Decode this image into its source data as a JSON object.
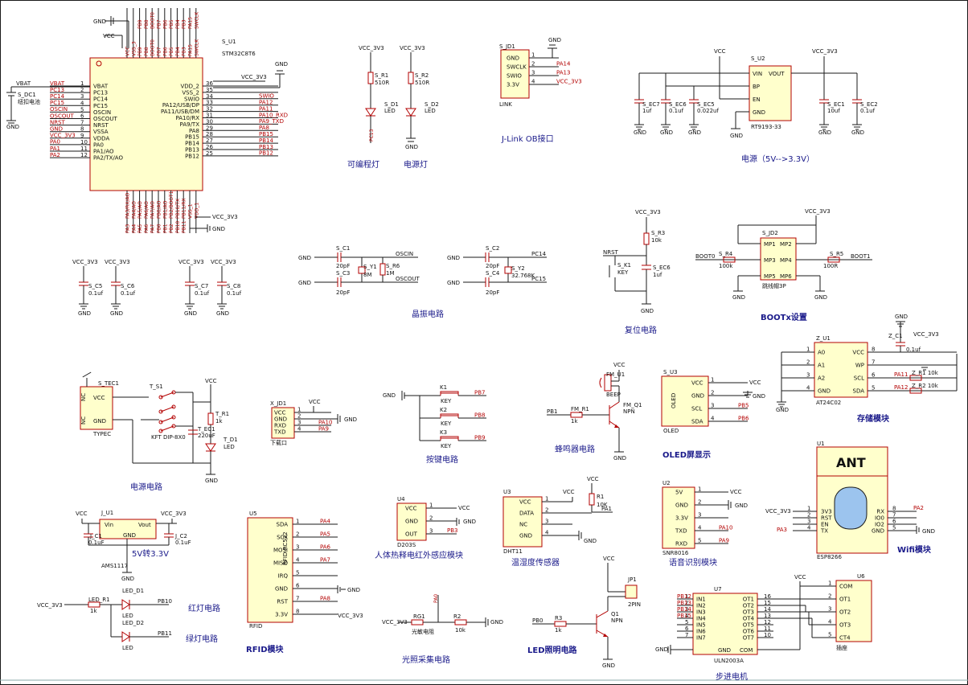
{
  "mcu": {
    "ref": "S_U1",
    "part": "STM32C8T6",
    "left_pins": [
      "VBAT",
      "PC13",
      "PC14",
      "PC15",
      "OSCIN",
      "OSCOUT",
      "NRST",
      "VSSA",
      "VDDA",
      "PA0",
      "PA1/AO",
      "PA2/TX/AO"
    ],
    "left_nets": [
      "VBAT",
      "PC13",
      "PC14",
      "PC15",
      "OSCIN",
      "OSCOUT",
      "NRST",
      "GND",
      "VCC_3V3",
      "PA0",
      "PA1",
      "PA2"
    ],
    "right_pins": [
      "VDD_2",
      "VSS_2",
      "SWIO",
      "PA12/USB/DP",
      "PA11/USB/DM",
      "PA10/RX",
      "PA9/TX",
      "PA8",
      "PB15",
      "PB14",
      "PB13",
      "PB12"
    ],
    "right_nets": [
      "VCC_3V3",
      "GND",
      "SWIO",
      "PA12",
      "PA11",
      "PA10_RXD",
      "PA9_TXD",
      "PA8",
      "PB15",
      "PB14",
      "PB13",
      "PB12"
    ],
    "top_pins": [
      "VCC",
      "VSS_3",
      "PB9",
      "PB8",
      "BOOT0",
      "PB7",
      "PB6",
      "PB5",
      "PB4",
      "PB3",
      "PA15",
      "SWCLK"
    ],
    "bottom_pins": [
      "PA3/RX/AO",
      "PA4/AO",
      "PA5/AO",
      "PA6/AO",
      "PA7/AO",
      "PB0/AO",
      "PB1/AO",
      "PB2/BOOT1",
      "PB10/TX",
      "PB11/RX",
      "VSS_1",
      "VDD_1"
    ],
    "battery": {
      "ref": "S_DC1",
      "label": "纽扣电池"
    }
  },
  "captions": {
    "prog_led": "可编程灯",
    "power_led": "电源灯",
    "jlink": "J-Link OB接口",
    "power": "电源（5V-->3.3V）",
    "crystal": "晶振电路",
    "reset": "复位电路",
    "boot": "BOOTx设置",
    "power_circuit": "电源电路",
    "keys": "按键电路",
    "buzzer": "蜂鸣器电路",
    "oled": "OLED屏显示",
    "storage": "存储模块",
    "ldo": "5V转3.3V",
    "red_led": "红灯电路",
    "green_led": "绿灯电路",
    "rfid": "RFID模块",
    "pir": "人体热释电红外感应模块",
    "dht": "温湿度传感器",
    "voice": "语音识别模块",
    "wifi": "Wifi模块",
    "light": "光照采集电路",
    "led_light": "LED照明电路",
    "stepper": "步进电机"
  },
  "nets": {
    "gnd": "GND",
    "vcc": "VCC",
    "vcc33": "VCC_3V3"
  },
  "leds": {
    "r1": "S_R1",
    "r1v": "510R",
    "d1": "S_D1",
    "d1t": "LED",
    "d1net": "PC13",
    "r2": "S_R2",
    "r2v": "510R",
    "d2": "S_D2",
    "d2t": "LED"
  },
  "jlink": {
    "ref": "S_JD1",
    "name": "LINK",
    "pins": [
      "GND",
      "SWCLK",
      "SWIO",
      "3.3V"
    ],
    "nets": [
      "GND",
      "PA14",
      "PA13",
      "VCC_3V3"
    ]
  },
  "reg": {
    "ref": "S_U2",
    "part": "RT9193-33",
    "pins": [
      "VIN",
      "BP",
      "EN",
      "GND",
      "VOUT"
    ],
    "caps": [
      {
        "ref": "S_EC7",
        "val": "1uf"
      },
      {
        "ref": "S_EC6",
        "val": "0.1uf"
      },
      {
        "ref": "S_EC5",
        "val": "0.022uf"
      },
      {
        "ref": "S_EC1",
        "val": "10uf"
      },
      {
        "ref": "S_EC2",
        "val": "0.1uf"
      }
    ]
  },
  "decoupling": [
    {
      "ref": "S_C5",
      "val": "0.1uf"
    },
    {
      "ref": "S_C6",
      "val": "0.1uf"
    },
    {
      "ref": "S_C7",
      "val": "0.1uf"
    },
    {
      "ref": "S_C8",
      "val": "0.1uf"
    }
  ],
  "crystal": {
    "c1": "S_C1",
    "c1v": "20pF",
    "c3": "S_C3",
    "c3v": "20pF",
    "y1": "S_Y1",
    "y1v": "8M",
    "r6": "S_R6",
    "r6v": "1M",
    "n1": "OSCIN",
    "n2": "OSCOUT",
    "c2": "S_C2",
    "c2v": "20pF",
    "c4": "S_C4",
    "c4v": "20pF",
    "y2": "S_Y2",
    "y2v": "32.768K",
    "n3": "PC14",
    "n4": "PC15"
  },
  "reset": {
    "r": "S_R3",
    "rv": "10k",
    "k": "S_K1",
    "kt": "KEY",
    "c": "S_EC6",
    "cv": "1uf",
    "net": "NRST"
  },
  "boot": {
    "ref": "S_JD2",
    "name": "跳线帽3P",
    "pins": [
      "MP1",
      "MP2",
      "MP3",
      "MP4",
      "MP5",
      "MP6"
    ],
    "r4": "S_R4",
    "r4v": "100k",
    "r5": "S_R5",
    "r5v": "100R",
    "n1": "BOOT0",
    "n2": "BOOT1"
  },
  "typec": {
    "ref": "S_TEC1",
    "name": "TYPEC",
    "pins": [
      "NC",
      "VCC",
      "NC",
      "GND"
    ],
    "sw": "T_S1",
    "swt": "KFT DIP-8X0",
    "cap": "T_EC1",
    "capv": "220uF",
    "r": "T_R1",
    "rv": "1k",
    "d": "T_D1",
    "dt": "LED"
  },
  "download": {
    "ref": "X_JD1",
    "name": "下载口",
    "pins": [
      "VCC",
      "GND",
      "RXD",
      "TXD"
    ],
    "nets": [
      "VCC",
      "GND",
      "PA10",
      "PA9"
    ]
  },
  "keys": [
    {
      "ref": "K1",
      "t": "KEY",
      "net": "PB7"
    },
    {
      "ref": "K2",
      "t": "KEY",
      "net": "PB8"
    },
    {
      "ref": "K3",
      "t": "KEY",
      "net": "PB9"
    }
  ],
  "buzzer": {
    "b": "FM_U1",
    "bt": "BEEP",
    "r": "FM_R1",
    "rv": "1k",
    "q": "FM_Q1",
    "qt": "NPN",
    "net": "PB1"
  },
  "oled": {
    "ref": "S_U3",
    "name": "OLED",
    "pins": [
      "VCC",
      "GND",
      "SCL",
      "SDA"
    ],
    "nets": [
      "VCC",
      "GND",
      "PB5",
      "PB6"
    ]
  },
  "eeprom": {
    "ref": "Z_U1",
    "part": "AT24C02",
    "left": [
      "A0",
      "A1",
      "A2",
      "GND"
    ],
    "right": [
      "VCC",
      "WP",
      "SCL",
      "SDA"
    ],
    "c": "Z_C1",
    "cv": "0.1uf",
    "r1": "Z_R1",
    "r1v": "10k",
    "r2": "Z_R2",
    "r2v": "10k",
    "n1": "PA11",
    "n2": "PA12"
  },
  "ldo": {
    "ref": "J_U1",
    "part": "AMS1117",
    "pins": [
      "Vin",
      "GND",
      "Vout"
    ],
    "c1": "J_C1",
    "c1v": "0.1uF",
    "c2": "J_C2",
    "c2v": "0.1uF"
  },
  "led2": {
    "r": "LED_R1",
    "rv": "1k",
    "d1": "LED_D1",
    "d2": "LED_D2",
    "dt": "LED",
    "n1": "PB10",
    "n2": "PB11"
  },
  "rfid": {
    "ref": "U5",
    "part": "RFID-RC522",
    "name": "RFID",
    "pins": [
      "SDA",
      "SCK",
      "MOSI",
      "MISO",
      "IRQ",
      "GND",
      "RST",
      "3.3V"
    ],
    "nets": [
      "PA4",
      "PA5",
      "PA6",
      "PA7",
      "",
      "GND",
      "PA8",
      "VCC_3V3"
    ]
  },
  "pir": {
    "ref": "U4",
    "part": "D203S",
    "pins": [
      "VCC",
      "GND",
      "OUT"
    ],
    "nets": [
      "VCC",
      "GND",
      "PB3"
    ]
  },
  "dht": {
    "ref": "U3",
    "part": "DHT11",
    "pins": [
      "VCC",
      "DATA",
      "NC",
      "GND"
    ],
    "r": "R1",
    "rv": "10K",
    "net": "PA1"
  },
  "voice": {
    "ref": "U2",
    "part": "SNR8016",
    "pins": [
      "5V",
      "GND",
      "3.3V",
      "TXD",
      "RXD"
    ],
    "nets": [
      "VCC",
      "GND",
      "",
      "PA10",
      "PA9"
    ]
  },
  "wifi": {
    "ref": "U1",
    "part": "ESP8266",
    "ant": "ANT",
    "left": [
      "3V3",
      "RST",
      "EN",
      "TX"
    ],
    "right": [
      "RX",
      "IO0",
      "IO2",
      "GND"
    ],
    "n1": "PA2",
    "n2": "PA3"
  },
  "light": {
    "rg": "RG1",
    "rgt": "光敏电阻",
    "r": "R2",
    "rv": "10k",
    "net": "PA0"
  },
  "ledlight": {
    "jp": "JP1",
    "jpt": "2PIN",
    "r": "R3",
    "rv": "1k",
    "q": "Q1",
    "qt": "NPN",
    "net": "PB0"
  },
  "stepper": {
    "ref": "U7",
    "part": "ULN2003A",
    "in": [
      "IN1",
      "IN2",
      "IN3",
      "IN4",
      "IN5",
      "IN6",
      "IN7"
    ],
    "out": [
      "OT1",
      "OT2",
      "OT3",
      "OT4",
      "OT5",
      "OT6",
      "OT7"
    ],
    "nets": [
      "PB12",
      "PB13",
      "PB14",
      "PB15"
    ],
    "gnd": "GND",
    "com": "COM",
    "motor": "U6",
    "motort": "插座",
    "mpins": [
      "COM",
      "OT1",
      "OT2",
      "OT3",
      "CT4"
    ]
  }
}
